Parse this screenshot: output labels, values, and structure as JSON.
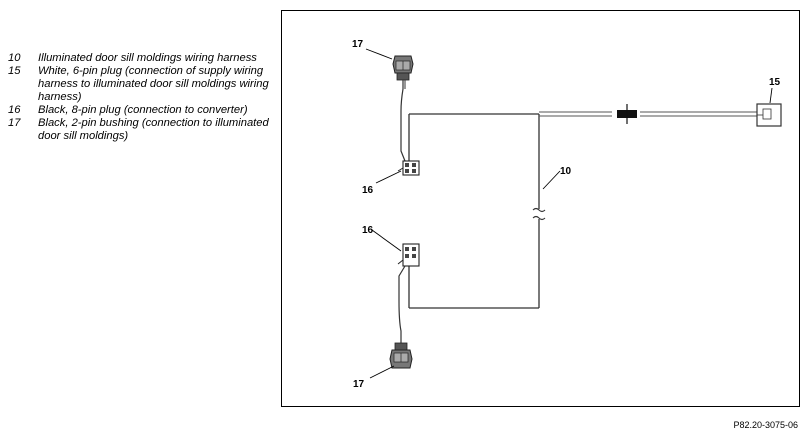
{
  "legend": [
    {
      "num": "10",
      "text": "Illuminated door sill moldings wiring harness"
    },
    {
      "num": "15",
      "text": "White, 6-pin plug (connection of supply wiring harness to illuminated door sill moldings wiring harness)"
    },
    {
      "num": "16",
      "text": "Black, 8-pin plug (connection to converter)"
    },
    {
      "num": "17",
      "text": "Black, 2-pin bushing (connection to illuminated door sill moldings)"
    }
  ],
  "callouts": {
    "c17_top": "17",
    "c16_top": "16",
    "c15": "15",
    "c10": "10",
    "c16_bottom": "16",
    "c17_bottom": "17"
  },
  "figure_ref": "P82.20-3075-06"
}
